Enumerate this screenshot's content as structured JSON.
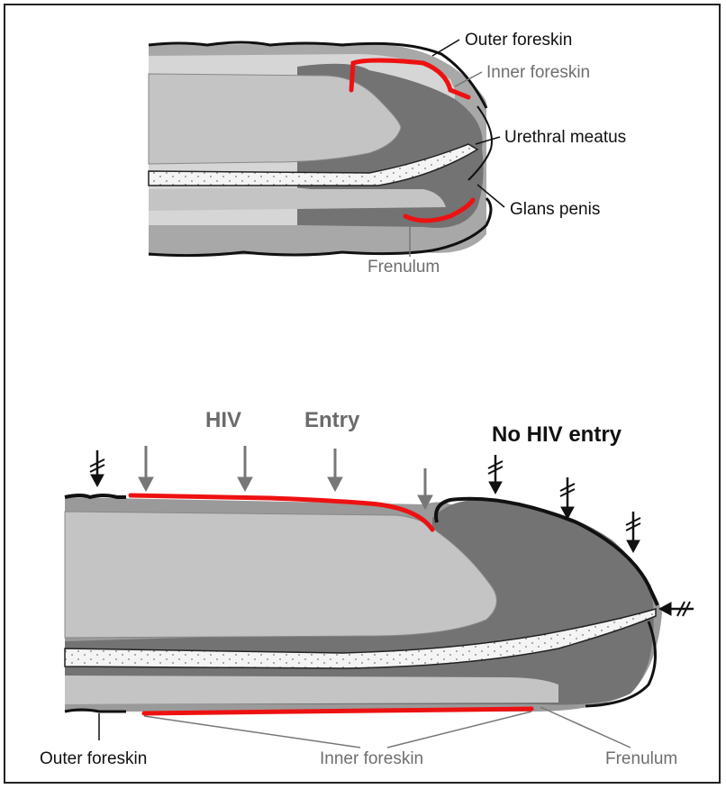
{
  "top_diagram": {
    "labels": {
      "outer_foreskin": "Outer foreskin",
      "inner_foreskin": "Inner foreskin",
      "urethral_meatus": "Urethral meatus",
      "glans_penis": "Glans penis",
      "frenulum": "Frenulum"
    }
  },
  "bottom_diagram": {
    "headings": {
      "hiv": "HIV",
      "entry": "Entry",
      "no_hiv_entry": "No HIV entry"
    },
    "labels": {
      "outer_foreskin": "Outer foreskin",
      "inner_foreskin": "Inner foreskin",
      "frenulum": "Frenulum"
    }
  },
  "colors": {
    "highlight": "#ee1111",
    "shaft_light": "#c4c4c4",
    "glans_dark": "#747474",
    "skin_layer": "#9a9a9a",
    "urethra": "#f2f2f2",
    "outline": "#111111"
  }
}
